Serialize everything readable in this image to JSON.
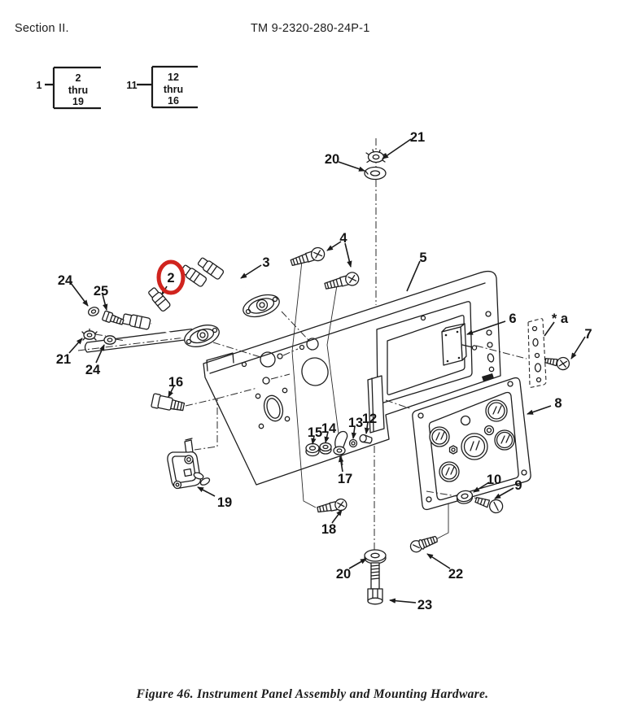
{
  "page": {
    "section_label": "Section II.",
    "tm_number": "TM 9-2320-280-24P-1",
    "caption": "Figure 46.  Instrument Panel Assembly and Mounting Hardware."
  },
  "item_groups": [
    {
      "item": "1",
      "start": "2",
      "mid": "thru",
      "end": "19"
    },
    {
      "item": "11",
      "start": "12",
      "mid": "thru",
      "end": "16"
    }
  ],
  "highlight": {
    "circled_callout": "2",
    "color": "#d0241e"
  },
  "callouts": [
    {
      "label": "21"
    },
    {
      "label": "20"
    },
    {
      "label": "4"
    },
    {
      "label": "3"
    },
    {
      "label": "5"
    },
    {
      "label": "2"
    },
    {
      "label": "24"
    },
    {
      "label": "25"
    },
    {
      "label": "21"
    },
    {
      "label": "24"
    },
    {
      "label": "16"
    },
    {
      "label": "19"
    },
    {
      "label": "15"
    },
    {
      "label": "14"
    },
    {
      "label": "13"
    },
    {
      "label": "12"
    },
    {
      "label": "17"
    },
    {
      "label": "18"
    },
    {
      "label": "6"
    },
    {
      "label": "* a"
    },
    {
      "label": "7"
    },
    {
      "label": "8"
    },
    {
      "label": "10"
    },
    {
      "label": "9"
    },
    {
      "label": "22"
    },
    {
      "label": "20"
    },
    {
      "label": "23"
    }
  ]
}
